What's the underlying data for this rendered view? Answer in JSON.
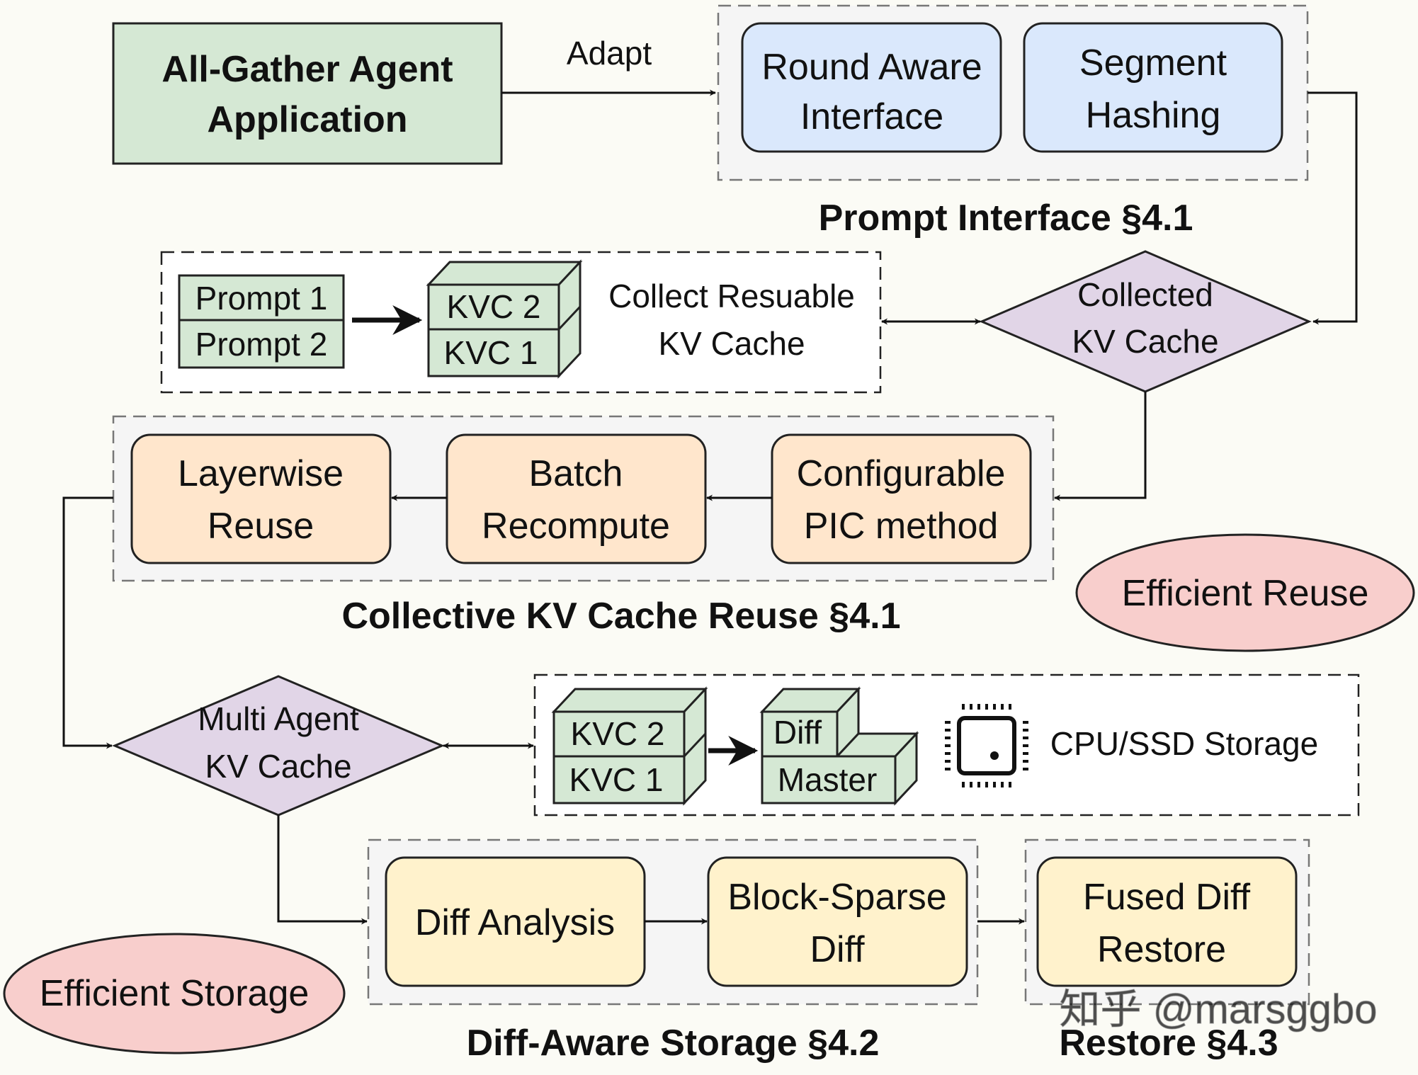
{
  "app": {
    "title_line1": "All-Gather Agent",
    "title_line2": "Application"
  },
  "edges": {
    "adapt_label": "Adapt"
  },
  "prompt_interface": {
    "round_aware_line1": "Round Aware",
    "round_aware_line2": "Interface",
    "segment_line1": "Segment",
    "segment_line2": "Hashing",
    "caption": "Prompt Interface §4.1"
  },
  "collected": {
    "line1": "Collected",
    "line2": "KV Cache"
  },
  "collect_panel": {
    "prompt1": "Prompt 1",
    "prompt2": "Prompt 2",
    "kvc2": "KVC 2",
    "kvc1": "KVC 1",
    "label_line1": "Collect Resuable",
    "label_line2": "KV Cache"
  },
  "reuse": {
    "layerwise_line1": "Layerwise",
    "layerwise_line2": "Reuse",
    "batch_line1": "Batch",
    "batch_line2": "Recompute",
    "config_line1": "Configurable",
    "config_line2": "PIC method",
    "caption": "Collective KV Cache Reuse §4.1"
  },
  "efficient_reuse": "Efficient Reuse",
  "multi_agent": {
    "line1": "Multi Agent",
    "line2": "KV Cache"
  },
  "storage_panel": {
    "kvc2": "KVC 2",
    "kvc1": "KVC 1",
    "diff": "Diff",
    "master": "Master",
    "storage_label": "CPU/SSD Storage"
  },
  "diff_storage": {
    "analysis": "Diff Analysis",
    "block_line1": "Block-Sparse",
    "block_line2": "Diff",
    "caption": "Diff-Aware Storage §4.2"
  },
  "restore": {
    "line1": "Fused Diff",
    "line2": "Restore",
    "caption": "Restore §4.3"
  },
  "efficient_storage": "Efficient Storage",
  "watermark": "知乎 @marsggbo",
  "colors": {
    "green": "#d5e8d4",
    "blue": "#dae8fc",
    "orange": "#ffe6cc",
    "yellow": "#fff2cc",
    "purple": "#e1d5e7",
    "pink": "#f8cecc",
    "panel": "#f5f5f5"
  }
}
